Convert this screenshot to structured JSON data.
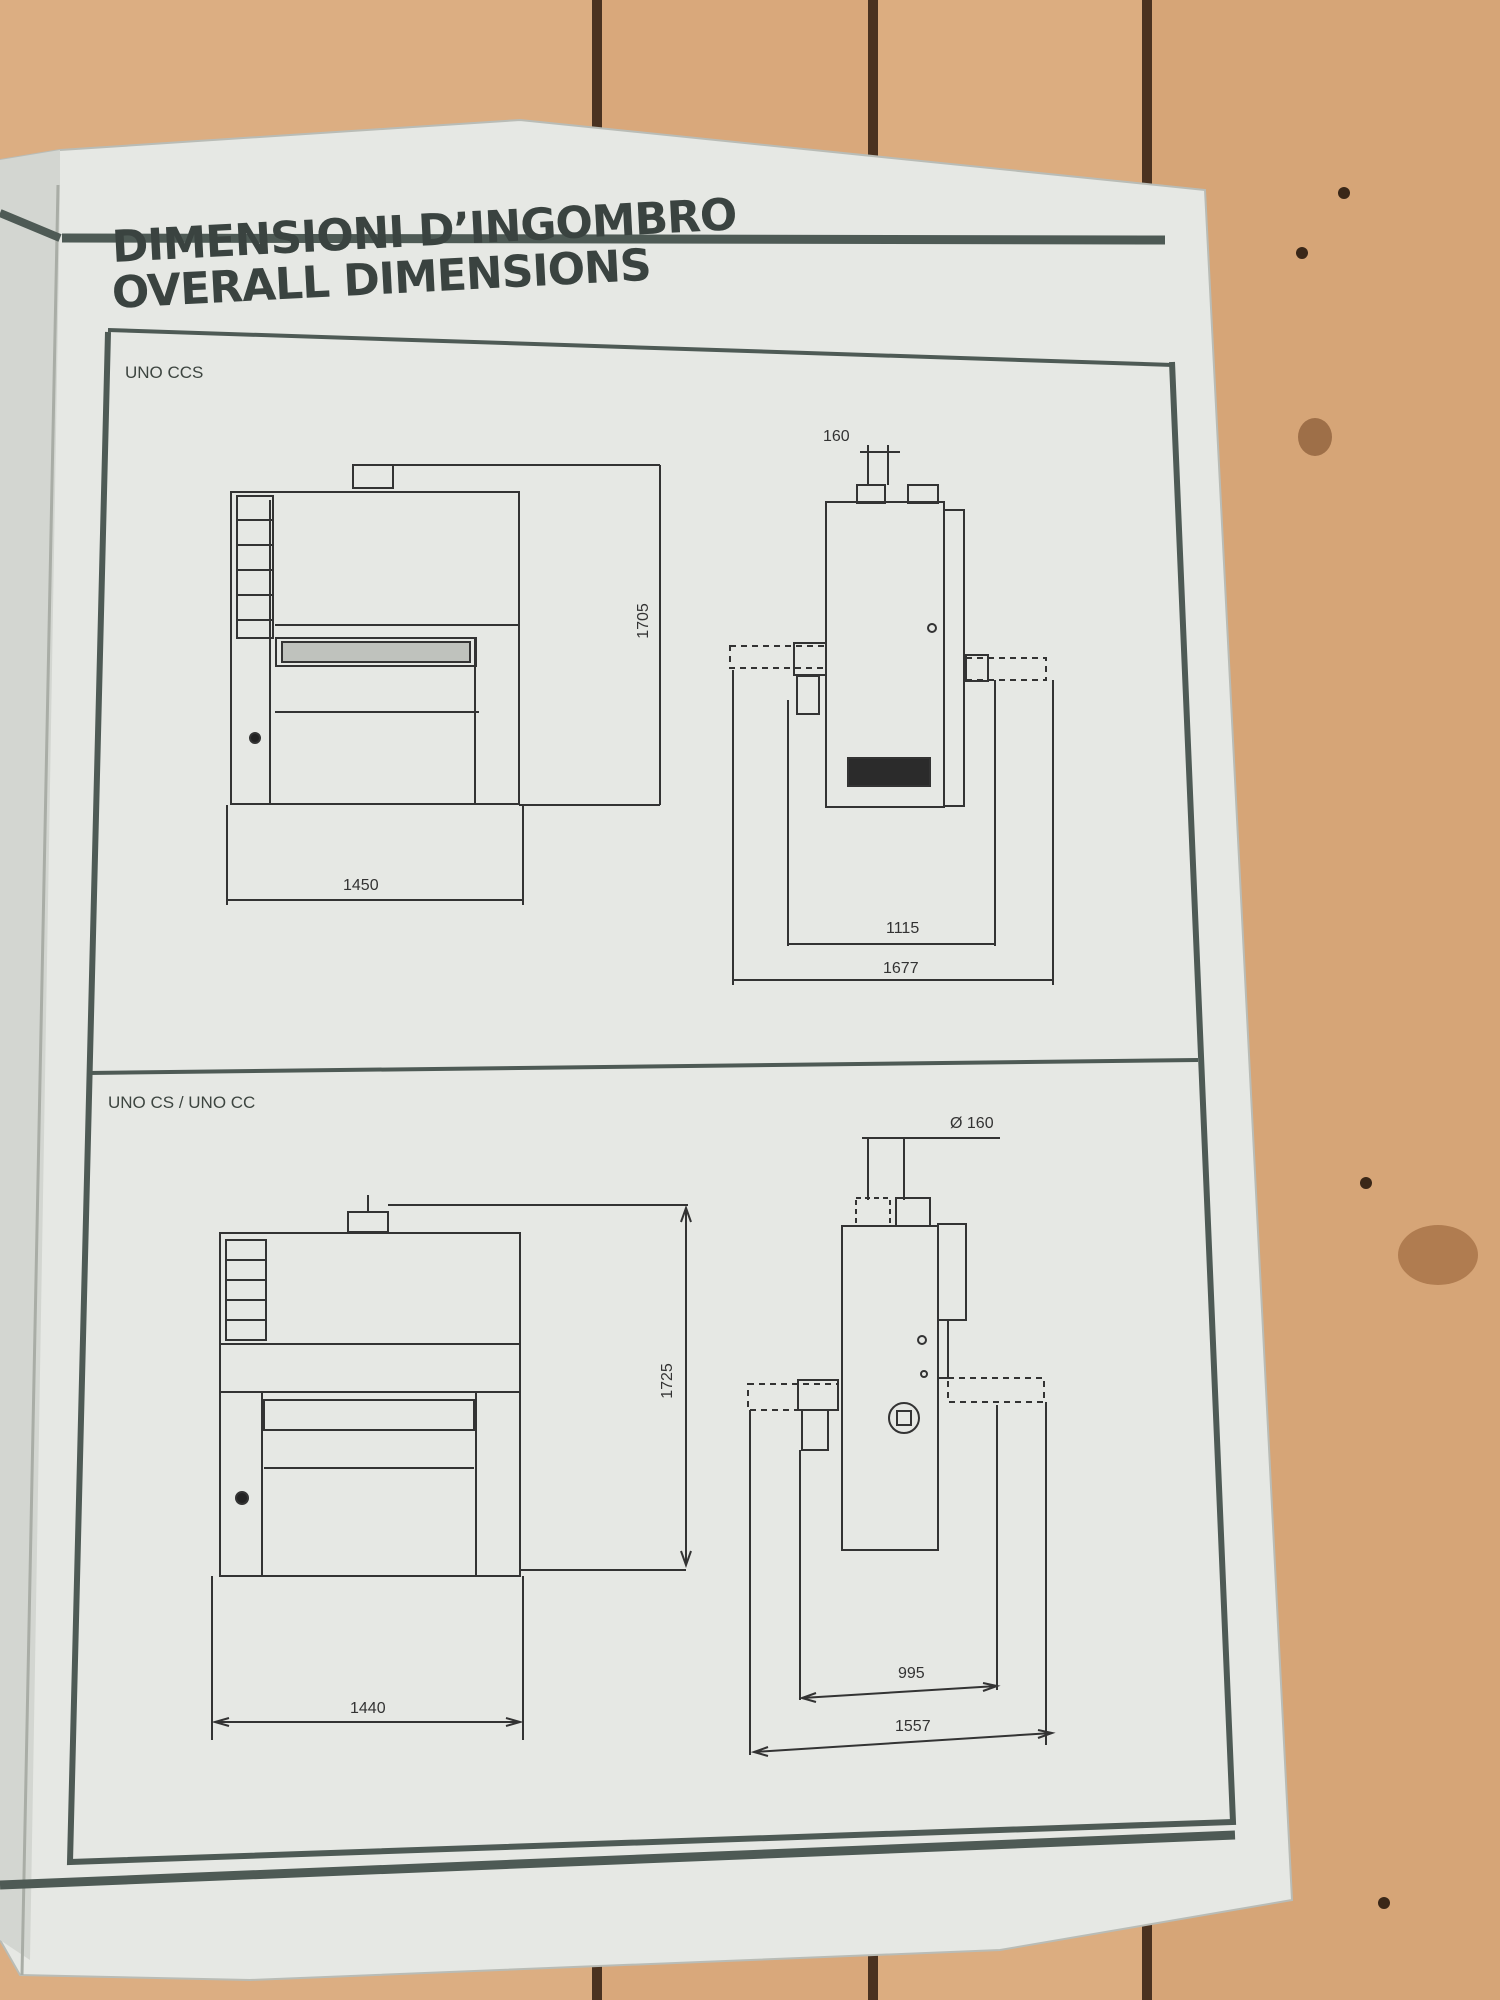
{
  "document": {
    "title_it": "DIMENSIONI D’INGOMBRO",
    "title_en": "OVERALL DIMENSIONS",
    "sections": [
      {
        "label": "UNO CCS",
        "front_width": "1450",
        "front_height": "1705",
        "side_duct": "160",
        "side_inner": "1115",
        "side_outer": "1677"
      },
      {
        "label": "UNO CS / UNO CC",
        "front_width": "1440",
        "front_height": "1725",
        "side_duct": "Ø 160",
        "side_inner": "995",
        "side_outer": "1557"
      }
    ]
  },
  "colors": {
    "paper": "#e6e8e4",
    "frame": "#4e5a55",
    "wood": "#d8a97c"
  }
}
